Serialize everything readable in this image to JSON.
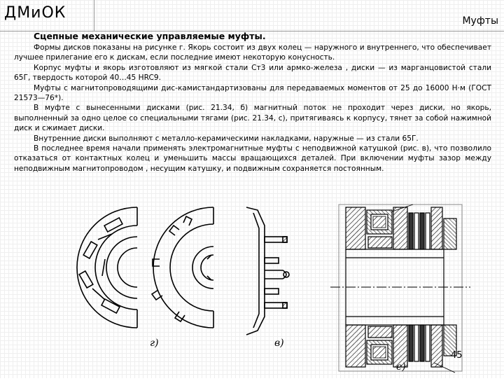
{
  "header": {
    "brand": "ДМиОК",
    "topic": "Муфты"
  },
  "main": {
    "heading": "Сцепные механические управляемые муфты.",
    "paragraphs": [
      "Формы дисков показаны на рисунке г. Якорь состоит из двух колец — наружного и внутреннего, что обеспечивает лучшее прилегание его к дискам, если последние имеют некоторую конусность.",
      "Корпус муфты и якорь изготовляют из мягкой стали Ст3 или армко-железа , диски — из марганцовистой стали 65Г, твердость которой 40…45 HRC9.",
      "Муфты с магнитопроводящими дис-камистандартизованы для передаваемых моментов от 25 до 16000 Н·м (ГОСТ 21573—76*).",
      "В муфте с вынесенными дисками (рис. 21.34, б) магнитный поток не проходит через диски, но якорь, выполненный за одно целое со специальными тягами (рис. 21.34, с), притягиваясь к корпусу, тянет за собой нажимной диск и сжимает диски.",
      "Внутренние диски выполняют с металло-керамическими накладками, наружные — из стали 65Г.",
      "В последнее время начали применять электромагнитные муфты с неподвижной катушкой (рис. в), что позволило отказаться от контактных колец и уменьшить массы вращающихся деталей. При включении муфты зазор между неподвижным магнитопроводом , несущим катушку, и подвижным сохраняется постоянным."
    ]
  },
  "figures": {
    "label_g": "г)",
    "label_v": "в)",
    "label_e": "е)"
  },
  "page_number": "45"
}
